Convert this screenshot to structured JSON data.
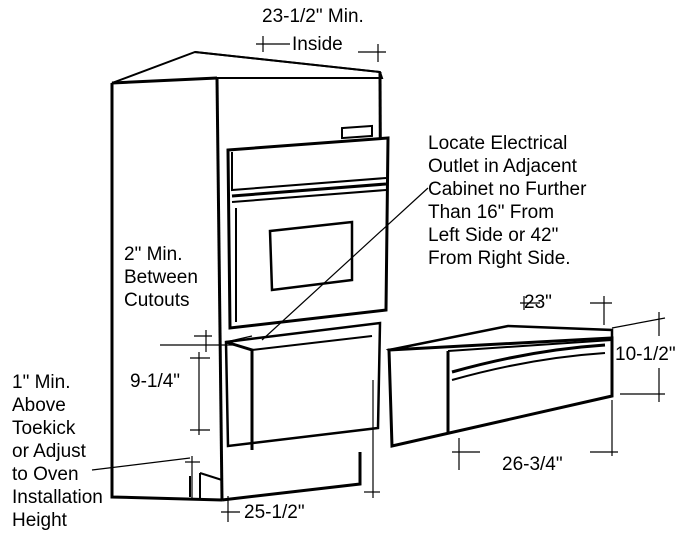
{
  "labels": {
    "inside_width_l1": "23-1/2\" Min.",
    "inside_width_l2": "Inside",
    "outlet_l1": "Locate Electrical",
    "outlet_l2": "Outlet in Adjacent",
    "outlet_l3": "Cabinet no Further",
    "outlet_l4": "Than 16\" From",
    "outlet_l5": "Left Side or 42\"",
    "outlet_l6": "From Right Side.",
    "between_l1": "2\" Min.",
    "between_l2": "Between",
    "between_l3": "Cutouts",
    "drawer_depth": "23\"",
    "drawer_height": "10-1/2\"",
    "cutout_height": "9-1/4\"",
    "toekick_l1": "1\" Min.",
    "toekick_l2": "Above",
    "toekick_l3": "Toekick",
    "toekick_l4": "or Adjust",
    "toekick_l5": "to Oven",
    "toekick_l6": "Installation",
    "toekick_l7": "Height",
    "drawer_width": "26-3/4\"",
    "cutout_width": "25-1/2\""
  }
}
